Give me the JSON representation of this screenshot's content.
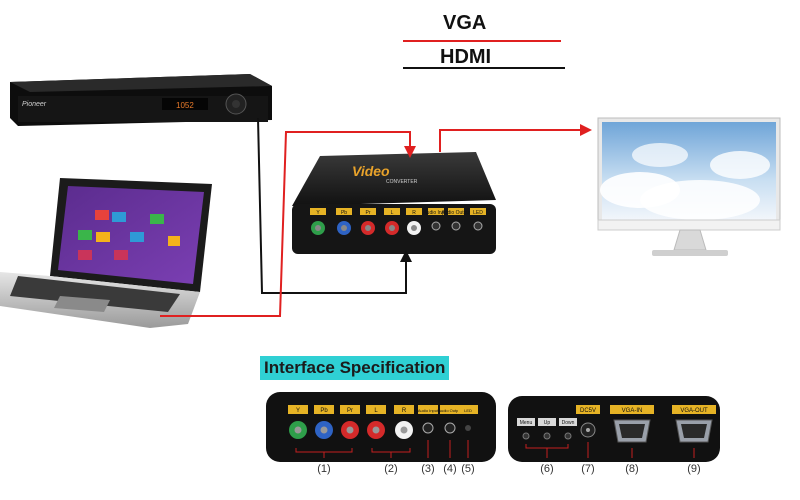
{
  "legend": {
    "vga_label": "VGA",
    "vga_color": "#e02020",
    "hdmi_label": "HDMI",
    "hdmi_color": "#111111"
  },
  "dvd_player": {
    "brand": "Pioneer",
    "display": "1052"
  },
  "converter": {
    "brand_text": "Video",
    "sub_text": "CONVERTER",
    "ports": [
      "Y",
      "Pb",
      "Pr",
      "L",
      "R",
      "Audio Input",
      "Audio Output",
      "LED"
    ]
  },
  "spec": {
    "title": "Interface Specification",
    "front_ports": [
      "Y",
      "Pb",
      "Pr",
      "L",
      "R",
      "Audio Input",
      "Audio Output",
      "LED"
    ],
    "rear_buttons": [
      "Menu",
      "Up",
      "Down"
    ],
    "rear_ports": [
      "DC5V",
      "VGA-IN",
      "VGA-OUT"
    ],
    "callouts": [
      "(1)",
      "(2)",
      "(3)",
      "(4)",
      "(5)",
      "(6)",
      "(7)",
      "(8)",
      "(9)"
    ]
  }
}
